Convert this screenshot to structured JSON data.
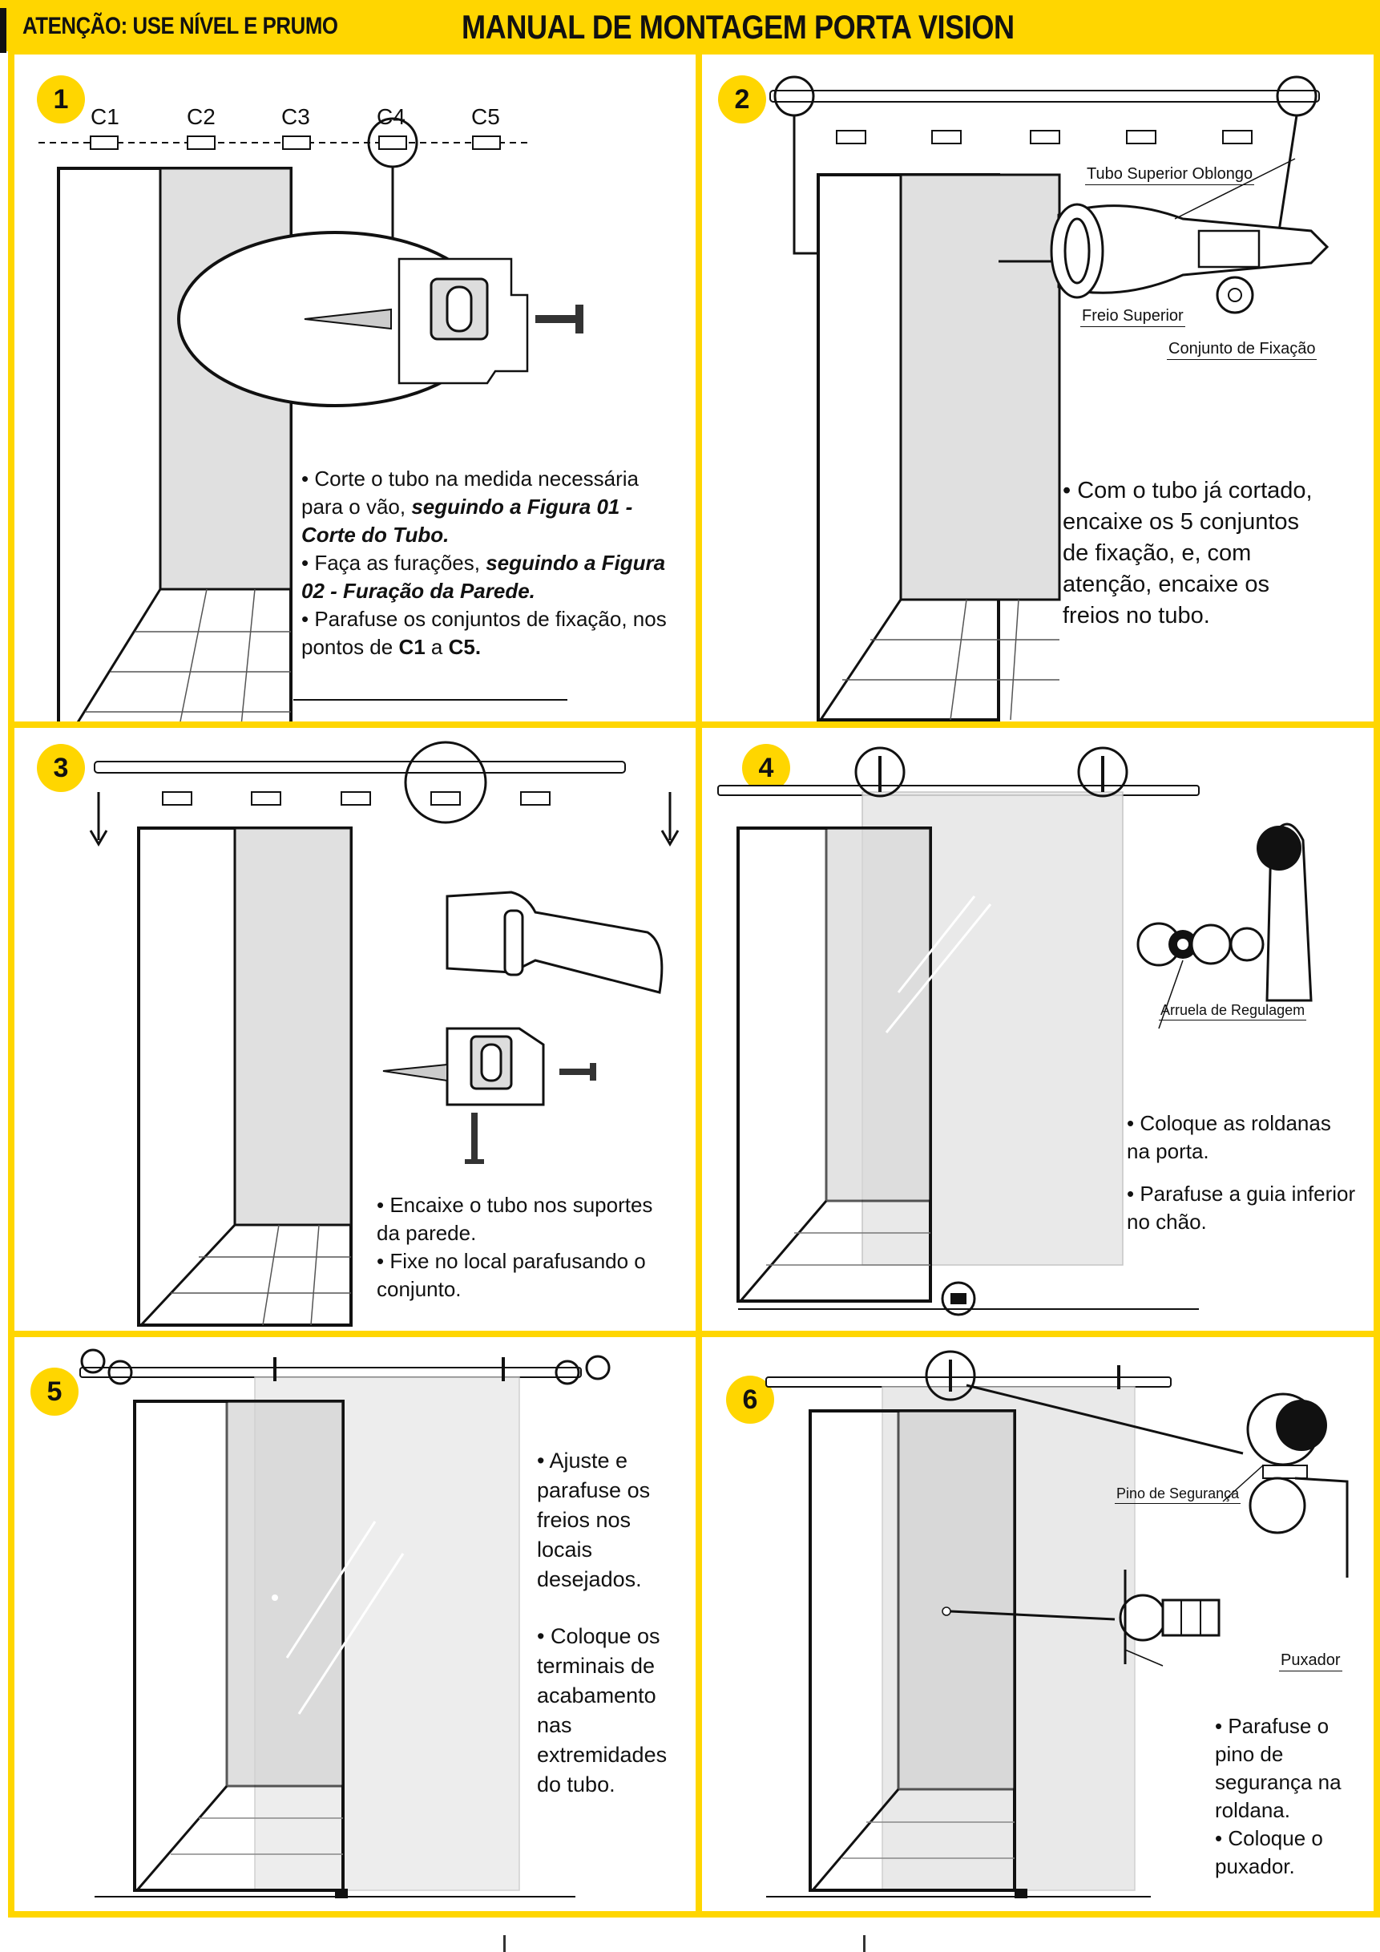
{
  "header": {
    "warning": "ATENÇÃO: USE NÍVEL E PRUMO",
    "title": "MANUAL DE MONTAGEM PORTA VISION"
  },
  "steps": [
    {
      "number": "1",
      "point_labels": [
        "C1",
        "C2",
        "C3",
        "C4",
        "C5"
      ],
      "lines": [
        {
          "plain": "• Corte o tubo na medida necessária para o vão, ",
          "bold": "seguindo a Figura 01 - Corte do Tubo.",
          "after": ""
        },
        {
          "plain": "• Faça as furações, ",
          "bold": "seguindo a  Figura 02 - Furação da Parede.",
          "after": ""
        },
        {
          "plain": "• Parafuse os conjuntos de fixação, nos pontos de ",
          "bold": "C1",
          "after": " a ",
          "bold2": "C5."
        }
      ]
    },
    {
      "number": "2",
      "labels": {
        "tube": "Tubo Superior Oblongo",
        "brake": "Freio Superior",
        "fixing": "Conjunto de Fixação"
      },
      "text": "• Com o tubo já cortado, encaixe os 5 conjuntos de fixação, e, com atenção, encaixe os freios no tubo."
    },
    {
      "number": "3",
      "text1": "• Encaixe o tubo nos suportes da parede.",
      "text2": "• Fixe no local parafusando o conjunto."
    },
    {
      "number": "4",
      "labels": {
        "washer": "Arruela de Regulagem"
      },
      "text1": "• Coloque as roldanas na porta.",
      "text2": "• Parafuse a guia inferior no chão."
    },
    {
      "number": "5",
      "text1": "• Ajuste e parafuse os freios nos locais desejados.",
      "text2": "• Coloque os terminais de acabamento nas extremidades do tubo."
    },
    {
      "number": "6",
      "labels": {
        "pin": "Pino de Segurança",
        "handle": "Puxador"
      },
      "text1": "• Parafuse o pino de segurança na roldana.",
      "text2": "• Coloque o puxador."
    }
  ]
}
